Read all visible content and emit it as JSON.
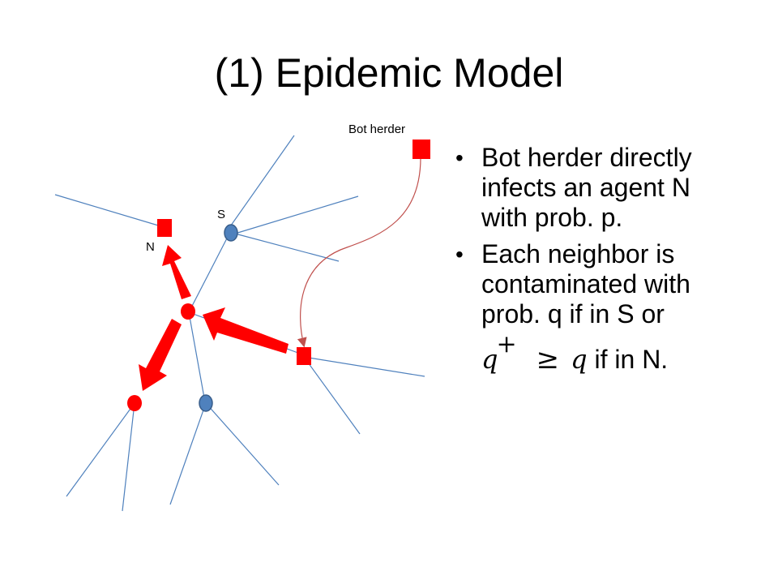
{
  "slide": {
    "title": "(1) Epidemic Model"
  },
  "diagram": {
    "label_bot_herder": "Bot herder",
    "label_s": "S",
    "label_n": "N",
    "colors": {
      "infected": "#ff0000",
      "susceptible": "#4f81bd",
      "edge": "#4f81bd",
      "herder_link": "#c0504d"
    }
  },
  "bullets": {
    "item1": "Bot herder directly infects an agent N with prob. p.",
    "item2_part1": "Each neighbor is contaminated with prob. q if in S or",
    "item2_math_q": "q",
    "item2_math_plus": "+",
    "item2_math_geq": "≥",
    "item2_math_q2": "q",
    "item2_part2": "if in N."
  }
}
